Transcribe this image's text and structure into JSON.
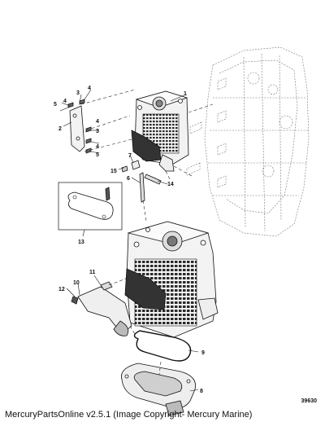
{
  "callouts": {
    "c1": "1",
    "c2": "2",
    "c3a": "3",
    "c3b": "3",
    "c4a": "4",
    "c4b": "4",
    "c4c": "4",
    "c5a": "5",
    "c5b": "5",
    "c6": "6",
    "c7": "7",
    "c8": "8",
    "c9": "9",
    "c10": "10",
    "c11": "11",
    "c12": "12",
    "c13": "13",
    "c14": "14",
    "c15": "15"
  },
  "figure_number": "39630",
  "footer_text": "MercuryPartsOnline v2.5.1 (Image Copyright- Mercury Marine)"
}
